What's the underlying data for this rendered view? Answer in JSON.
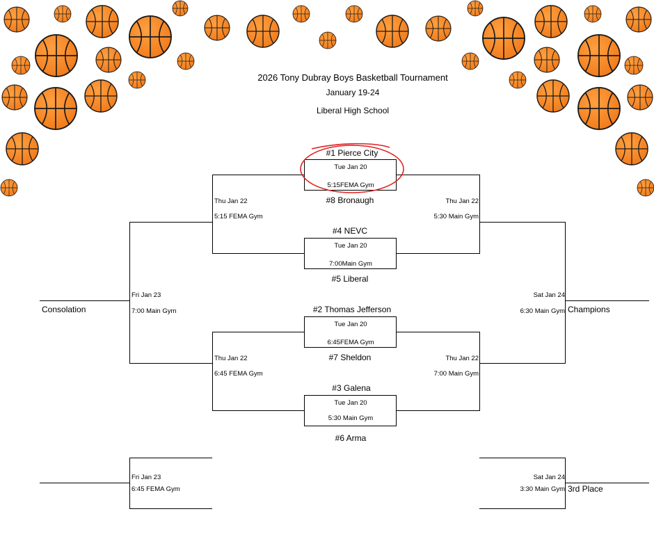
{
  "header": {
    "title": "2026 Tony Dubray Boys Basketball Tournament",
    "dates": "January 19-24",
    "venue": "Liberal High School"
  },
  "colors": {
    "ball_fill": "#F07A1A",
    "ball_seam": "#1a1a1a",
    "highlight_circle": "#E02020",
    "bracket_line": "#000000"
  },
  "icons": {
    "decoration": "basketball-icon",
    "highlight": "red-circle-mark"
  },
  "round1": [
    {
      "top_team": "#1 Pierce City",
      "date": "Tue Jan 20",
      "time": "5:15FEMA Gym",
      "bottom_team": "#8 Bronaugh"
    },
    {
      "top_team": "#4 NEVC",
      "date": "Tue Jan 20",
      "time": "7:00Main Gym",
      "bottom_team": "#5 Liberal"
    },
    {
      "top_team": "#2 Thomas Jefferson",
      "date": "Tue Jan 20",
      "time": "6:45FEMA Gym",
      "bottom_team": "#7 Sheldon"
    },
    {
      "top_team": "#3 Galena",
      "date": "Tue Jan 20",
      "time": "5:30 Main Gym",
      "bottom_team": "#6 Arma"
    }
  ],
  "semis_left": [
    {
      "date": "Thu Jan 22",
      "time": "5:15 FEMA Gym"
    },
    {
      "date": "Thu Jan 22",
      "time": "6:45 FEMA Gym"
    }
  ],
  "semis_right": [
    {
      "date": "Thu Jan 22",
      "time": "5:30 Main Gym"
    },
    {
      "date": "Thu Jan 22",
      "time": "7:00 Main Gym"
    }
  ],
  "consolation_final": {
    "date": "Fri Jan 23",
    "time": "7:00 Main Gym",
    "label": "Consolation"
  },
  "championship": {
    "date": "Sat Jan 24",
    "time": "6:30 Main Gym",
    "label": "Champions"
  },
  "lower_left": {
    "date": "Fri Jan 23",
    "time": "6:45 FEMA Gym"
  },
  "third_place": {
    "date": "Sat Jan 24",
    "time": "3:30 Main Gym",
    "label": "3rd Place"
  }
}
